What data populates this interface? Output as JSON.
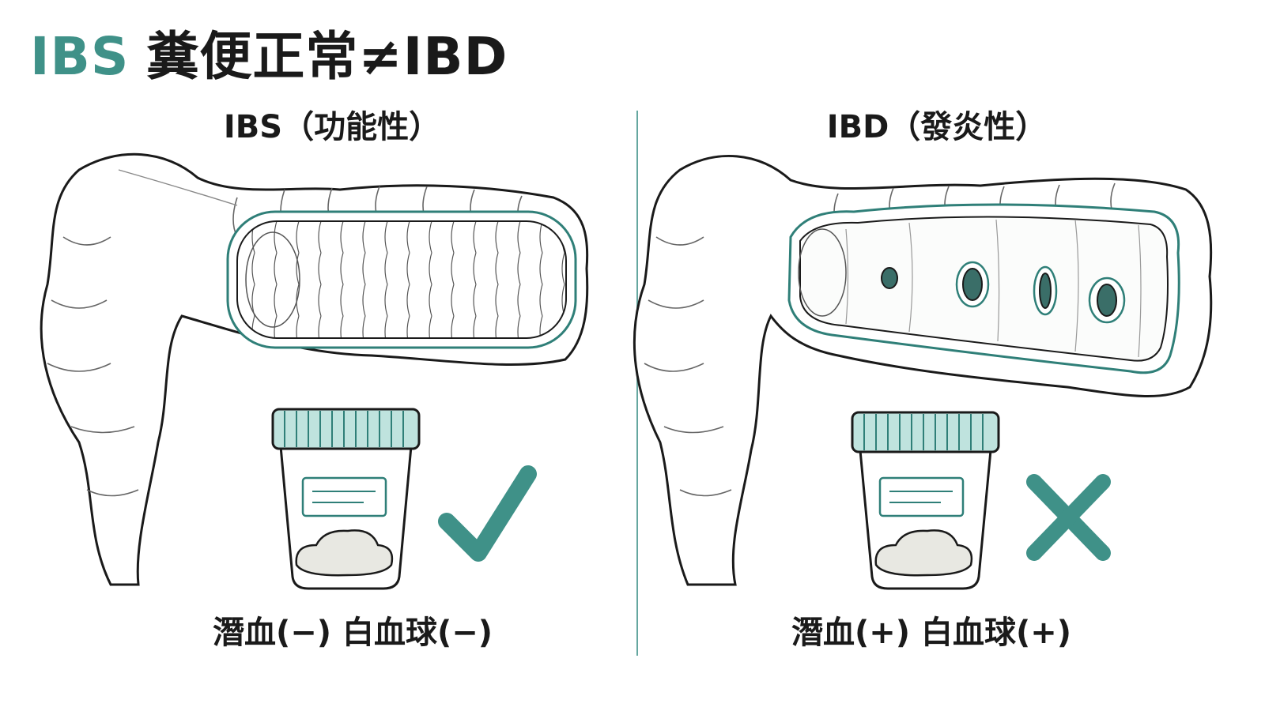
{
  "title": {
    "accent": "IBS",
    "rest": "糞便正常≠IBD"
  },
  "panels": {
    "left": {
      "title": "IBS（功能性）",
      "result": "潛血(−)  白血球(−)",
      "mark_icon": "check-icon"
    },
    "right": {
      "title": "IBD（發炎性）",
      "result": "潛血(+)  白血球(+)",
      "mark_icon": "cross-icon"
    }
  },
  "colors": {
    "accent": "#3f9188",
    "ink": "#1a1a1a",
    "lining": "#2f7f78"
  }
}
